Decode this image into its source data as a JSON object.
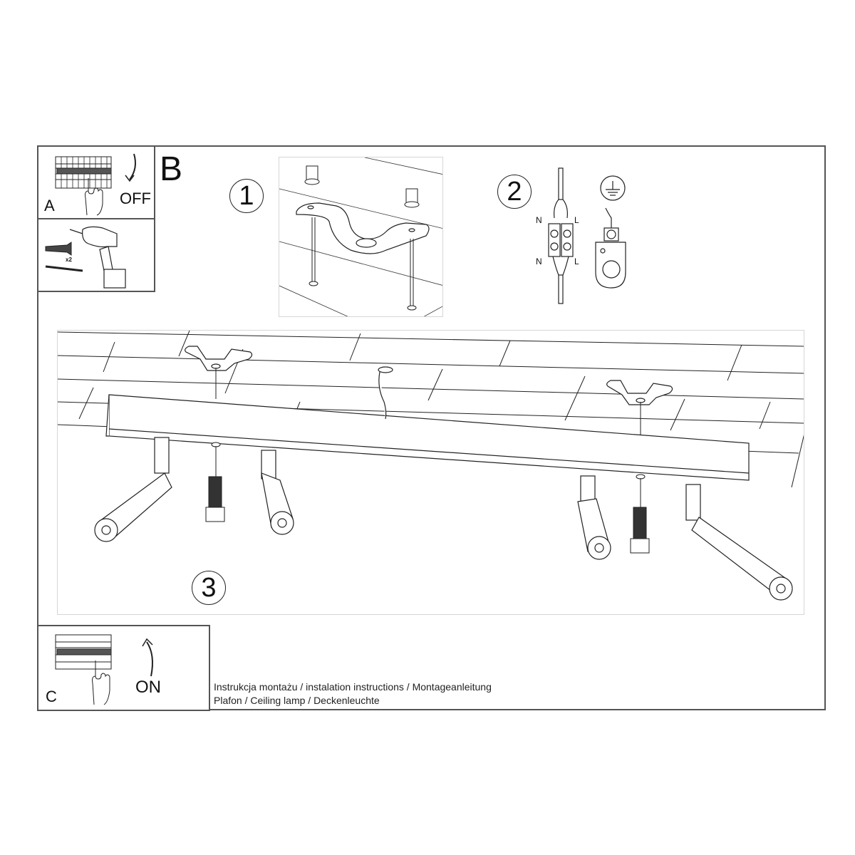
{
  "document": {
    "type": "installation-instructions",
    "product": "Ceiling lamp with 4 adjustable spotlights"
  },
  "steps": {
    "A": {
      "label": "A",
      "switch_state": "OFF",
      "icon": "circuit-breaker-off-icon"
    },
    "tools": {
      "quantity_label": "x2",
      "icons": [
        "wall-plug-icon",
        "screw-icon",
        "cordless-drill-icon"
      ]
    },
    "B": {
      "label": "B"
    },
    "step1": {
      "number": "1",
      "description": "mounting-bracket-to-ceiling"
    },
    "step2": {
      "number": "2",
      "terminal_labels": {
        "top_left": "N",
        "top_right": "L",
        "bottom_left": "N",
        "bottom_right": "L"
      },
      "ground_icon": "earth-ground-icon"
    },
    "step3": {
      "number": "3",
      "description": "attach-lamp-body-to-brackets"
    },
    "C": {
      "label": "C",
      "switch_state": "ON",
      "icon": "circuit-breaker-on-icon"
    }
  },
  "footer": {
    "line1": "Instrukcja montażu / instalation instructions / Montageanleitung",
    "line2": "Plafon / Ceiling lamp / Deckenleuchte"
  },
  "colors": {
    "line": "#222222",
    "frame": "#555555",
    "panel_border": "#d6d6d6",
    "background": "#ffffff"
  }
}
